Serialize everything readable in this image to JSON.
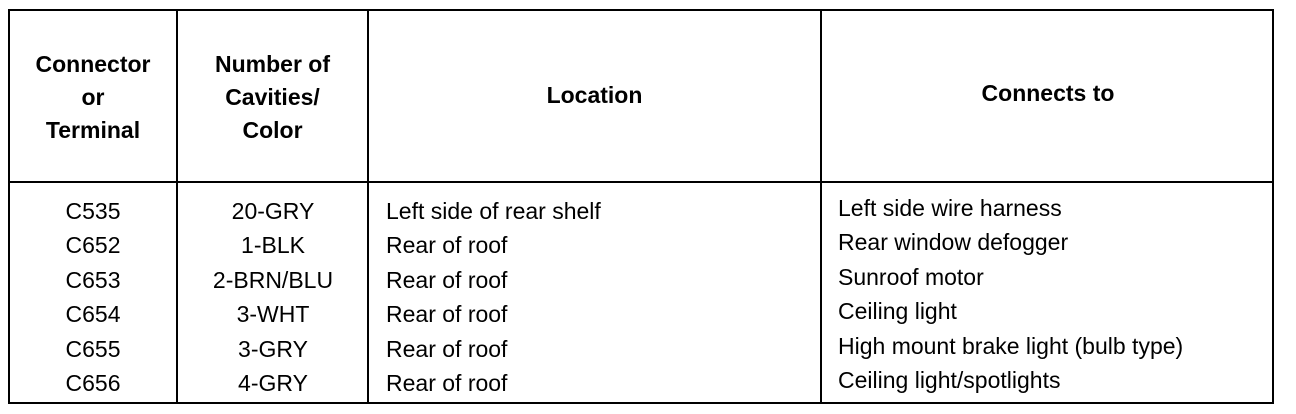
{
  "table": {
    "headers": [
      "Connector\nor\nTerminal",
      "Number of\nCavities/\nColor",
      "Location",
      "Connects to"
    ],
    "rows": [
      [
        "C535",
        "20-GRY",
        "Left side of rear shelf",
        "Left side wire harness"
      ],
      [
        "C652",
        "1-BLK",
        "Rear of roof",
        "Rear window defogger"
      ],
      [
        "C653",
        "2-BRN/BLU",
        "Rear of roof",
        "Sunroof motor"
      ],
      [
        "C654",
        "3-WHT",
        "Rear of roof",
        "Ceiling light"
      ],
      [
        "C655",
        "3-GRY",
        "Rear of roof",
        "High mount brake light (bulb type)"
      ],
      [
        "C656",
        "4-GRY",
        "Rear of roof",
        "Ceiling light/spotlights"
      ]
    ]
  }
}
